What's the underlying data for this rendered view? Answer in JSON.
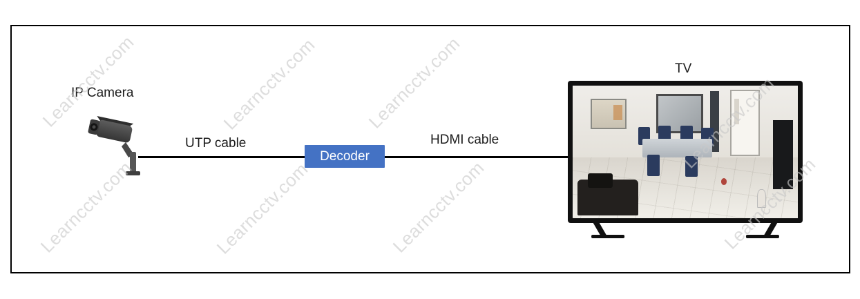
{
  "diagram": {
    "camera_label": "IP Camera",
    "utp_cable_label": "UTP cable",
    "decoder_label": "Decoder",
    "hdmi_cable_label": "HDMI cable",
    "tv_label": "TV"
  },
  "watermark": {
    "text": "Learncctv.com"
  },
  "colors": {
    "decoder_bg": "#4472C4",
    "decoder_text": "#FFFFFF",
    "cable": "#000000",
    "watermark": "#C8C8C8",
    "frame_border": "#000000"
  }
}
